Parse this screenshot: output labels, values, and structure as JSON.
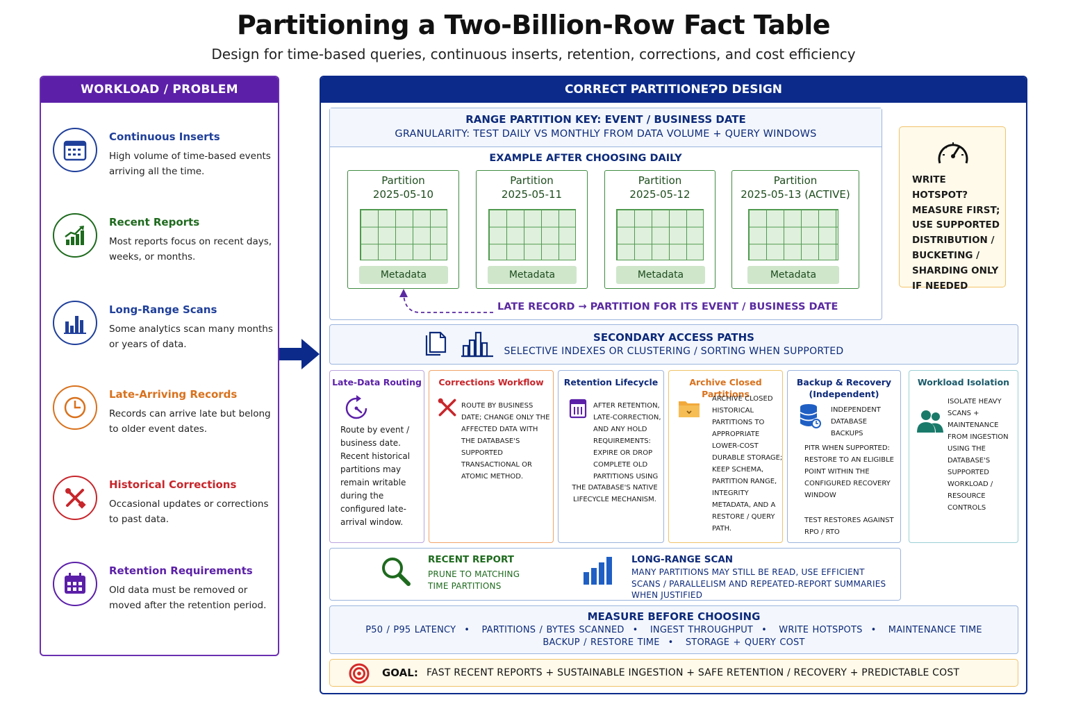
{
  "header": {
    "title": "Partitioning a Two-Billion-Row Fact Table",
    "subtitle": "Design for time-based queries, continuous inserts, retention, corrections, and cost efficiency"
  },
  "workload": {
    "heading": "WORKLOAD / PROBLEM",
    "items": [
      {
        "title": "Continuous Inserts",
        "desc": "High volume of time-based events arriving all the time.",
        "icon": "calendar-grid-icon",
        "color": "#1f3f9a"
      },
      {
        "title": "Recent Reports",
        "desc": "Most reports focus on recent days, weeks, or months.",
        "icon": "trend-chart-icon",
        "color": "#1e6a1e"
      },
      {
        "title": "Long-Range Scans",
        "desc": "Some analytics scan many months or years of data.",
        "icon": "bar-chart-icon",
        "color": "#1f3f9a"
      },
      {
        "title": "Late-Arriving Records",
        "desc": "Records can arrive late but belong to older event dates.",
        "icon": "clock-icon",
        "color": "#d9711c"
      },
      {
        "title": "Historical Corrections",
        "desc": "Occasional updates or corrections to past data.",
        "icon": "tools-icon",
        "color": "#c7262b"
      },
      {
        "title": "Retention Requirements",
        "desc": "Old data must be removed or moved after the retention period.",
        "icon": "calendar-icon",
        "color": "#5b1fa8"
      }
    ]
  },
  "design": {
    "heading": "CORRECT PARTITIONEɁD DESIGN",
    "range_key": "RANGE PARTITION KEY: EVENT / BUSINESS DATE",
    "granularity": "GRANULARITY: TEST DAILY VS MONTHLY FROM DATA VOLUME + QUERY WINDOWS",
    "example_label": "EXAMPLE AFTER CHOOSING DAILY",
    "partitions": [
      {
        "label": "Partition",
        "date": "2025-05-10",
        "meta": "Metadata"
      },
      {
        "label": "Partition",
        "date": "2025-05-11",
        "meta": "Metadata"
      },
      {
        "label": "Partition",
        "date": "2025-05-12",
        "meta": "Metadata"
      },
      {
        "label": "Partition",
        "date": "2025-05-13 (ACTIVE)",
        "meta": "Metadata"
      }
    ],
    "late_record": "LATE RECORD → PARTITION FOR ITS EVENT / BUSINESS DATE",
    "hotspot": "WRITE HOTSPOT? MEASURE FIRST; USE SUPPORTED DISTRIBUTION / BUCKETING / SHARDING ONLY IF NEEDED",
    "secondary": {
      "title": "SECONDARY ACCESS PATHS",
      "desc": "SELECTIVE INDEXES OR CLUSTERING / SORTING WHEN SUPPORTED"
    },
    "cards": [
      {
        "title": "Late-Data Routing",
        "text": "Route by event / business date. Recent historical partitions may remain writable during the configured late-arrival window.",
        "color": "#5b1fa8"
      },
      {
        "title": "Corrections Workflow",
        "text": "ROUTE BY BUSINESS DATE; CHANGE ONLY THE AFFECTED DATA WITH THE DATABASE'S SUPPORTED TRANSACTIONAL OR ATOMIC METHOD.",
        "color": "#c7262b"
      },
      {
        "title": "Retention Lifecycle",
        "text": "AFTER RETENTION, LATE-CORRECTION, AND ANY HOLD REQUIREMENTS: EXPIRE OR DROP COMPLETE OLD PARTITIONS USING",
        "text2": "THE DATABASE'S NATIVE LIFECYCLE MECHANISM.",
        "color": "#5b1fa8"
      },
      {
        "title": "Archive Closed Partitions",
        "text": "ARCHIVE CLOSED HISTORICAL PARTITIONS TO APPROPRIATE LOWER-COST DURABLE STORAGE; KEEP SCHEMA, PARTITION RANGE, INTEGRITY METADATA, AND A RESTORE / QUERY PATH.",
        "color": "#d9711c"
      },
      {
        "title": "Backup & Recovery (Independent)",
        "text": "INDEPENDENT DATABASE BACKUPS",
        "text2": "PITR WHEN SUPPORTED: RESTORE TO AN ELIGIBLE POINT WITHIN THE CONFIGURED RECOVERY WINDOW",
        "text3": "TEST RESTORES AGAINST RPO / RTO",
        "color": "#1f3f9a"
      },
      {
        "title": "Workload Isolation",
        "text": "ISOLATE HEAVY SCANS + MAINTENANCE FROM INGESTION USING THE DATABASE'S SUPPORTED WORKLOAD / RESOURCE CONTROLS",
        "color": "#1a7a6a"
      }
    ],
    "recent_report": {
      "title": "RECENT REPORT",
      "text": "PRUNE TO MATCHING TIME PARTITIONS"
    },
    "long_range": {
      "title": "LONG-RANGE SCAN",
      "text": "MANY PARTITIONS MAY STILL BE READ, USE EFFICIENT SCANS / PARALLELISM AND REPEATED-REPORT SUMMARIES WHEN JUSTIFIED"
    },
    "measure": {
      "title": "MEASURE BEFORE CHOOSING",
      "row1": [
        "P50 / P95 LATENCY",
        "PARTITIONS / BYTES SCANNED",
        "INGEST THROUGHPUT",
        "WRITE HOTSPOTS",
        "MAINTENANCE TIME"
      ],
      "row2": [
        "BACKUP / RESTORE TIME",
        "STORAGE + QUERY COST"
      ]
    },
    "goal": {
      "label": "GOAL:",
      "text": "FAST RECENT REPORTS + SUSTAINABLE INGESTION + SAFE RETENTION / RECOVERY + PREDICTABLE COST"
    }
  }
}
